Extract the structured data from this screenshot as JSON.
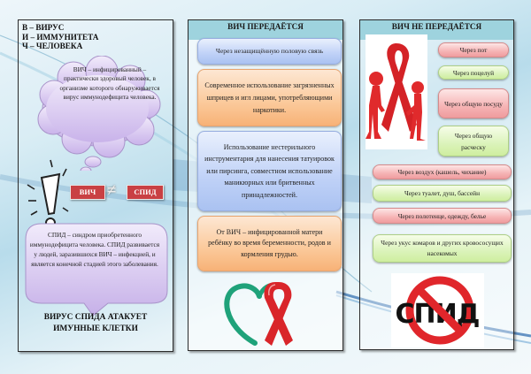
{
  "colors": {
    "header_bg": "#9ed3de",
    "tag_red": "#c94043",
    "ribbon_red": "#d9252a",
    "heart_green": "#1fa27a",
    "cloud_purple": "#d7c6ef"
  },
  "panel1": {
    "definition": [
      "В – ВИРУС",
      "И – ИММУНИТЕТА",
      "Ч – ЧЕЛОВЕКА"
    ],
    "cloud_text": "ВИЧ – инфицированный – практически здоровый человек, в организме которого обнаруживается вирус иммунодефицита человека.",
    "tag_hiv": "ВИЧ",
    "not_equal": "≠",
    "tag_aids": "СПИД",
    "speech_text": "СПИД – синдром приобретенного иммунодефицита человека. СПИД развивается у людей, заразившихся ВИЧ – инфекцией, и является конечной стадией этого заболевания.",
    "attack_line1": "ВИРУС СПИДА АТАКУЕТ",
    "attack_line2": "ИМУННЫЕ КЛЕТКИ",
    "icon_exclamation": "exclamation-icon"
  },
  "panel2": {
    "header": "ВИЧ ПЕРЕДАЁТСЯ",
    "items": [
      {
        "text": "Через незащищённую половую связь",
        "color": "blue"
      },
      {
        "text": "Современное использование загрязненных шприцев и игл лицами, употребляющими наркотики.",
        "color": "orange"
      },
      {
        "text": "Использование нестерильного инструментария для нанесения татуировок или пирсинга, совместном использование маникюрных или бритвенных принадлежностей.",
        "color": "blue"
      },
      {
        "text": "От ВИЧ – инфицированной матери ребёнку во время беременности, родов и кормления грудью.",
        "color": "orange"
      }
    ],
    "image": "heart-ribbon-icon"
  },
  "panel3": {
    "header": "ВИЧ НЕ ПЕРЕДАЁТСЯ",
    "image_top": "red-ribbon-people-icon",
    "items": [
      {
        "text": "Через пот",
        "color": "pink"
      },
      {
        "text": "Через поцелуй",
        "color": "green"
      },
      {
        "text": "Через общую посуду",
        "color": "pink"
      },
      {
        "text": "Через общую расческу",
        "color": "green"
      },
      {
        "text": "Через воздух (кашель, чихание)",
        "color": "pink"
      },
      {
        "text": "Через туалет, душ, бассейн",
        "color": "green"
      },
      {
        "text": "Через полотенце, одежду, белье",
        "color": "pink"
      },
      {
        "text": "Через укус комаров и других кровососущих насекомых",
        "color": "green"
      }
    ],
    "stop_sign_text": "СПИД"
  }
}
